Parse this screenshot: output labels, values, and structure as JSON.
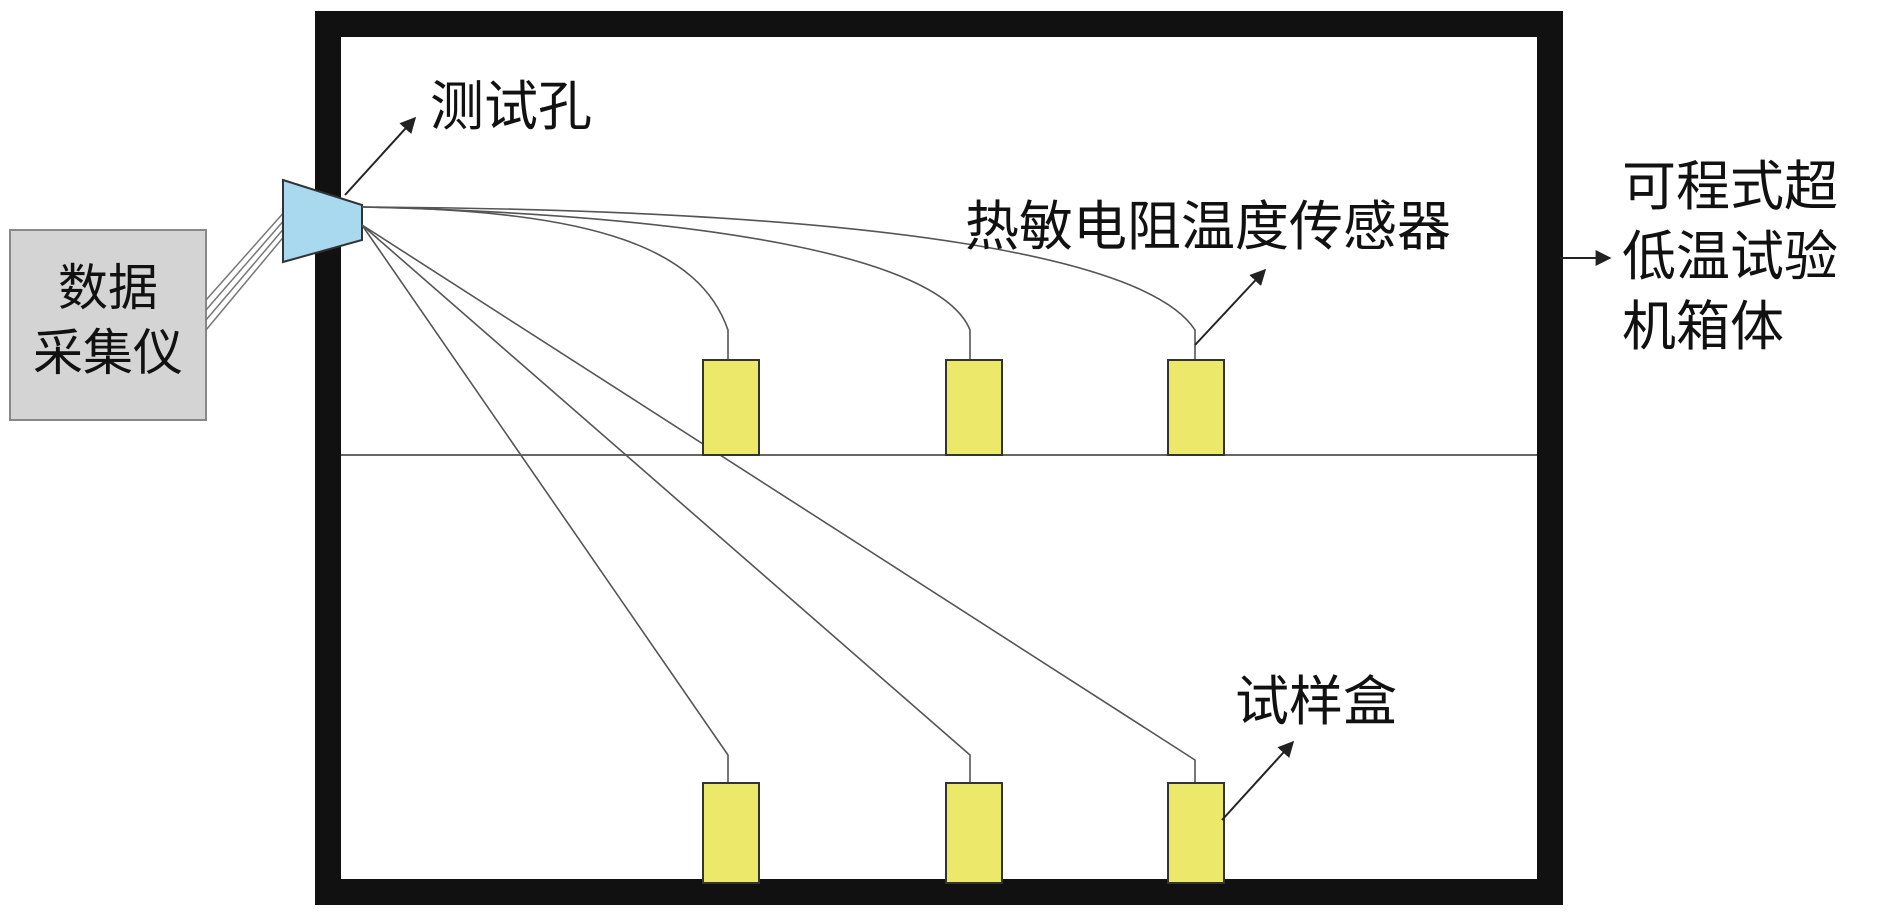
{
  "labels": {
    "test_hole": "测试孔",
    "sensor": "热敏电阻温度传感器",
    "sample_box": "试样盒",
    "daq_line1": "数据",
    "daq_line2": "采集仪",
    "chamber_line1": "可程式超",
    "chamber_line2": "低温试验",
    "chamber_line3": "机箱体"
  },
  "colors": {
    "frame": "#111111",
    "sample_box": "#ece86a",
    "connector": "#a9d9ef",
    "daq_box": "#d4d4d4",
    "wire": "#555555"
  },
  "counts": {
    "shelves": 2,
    "boxes_per_shelf": 3
  }
}
